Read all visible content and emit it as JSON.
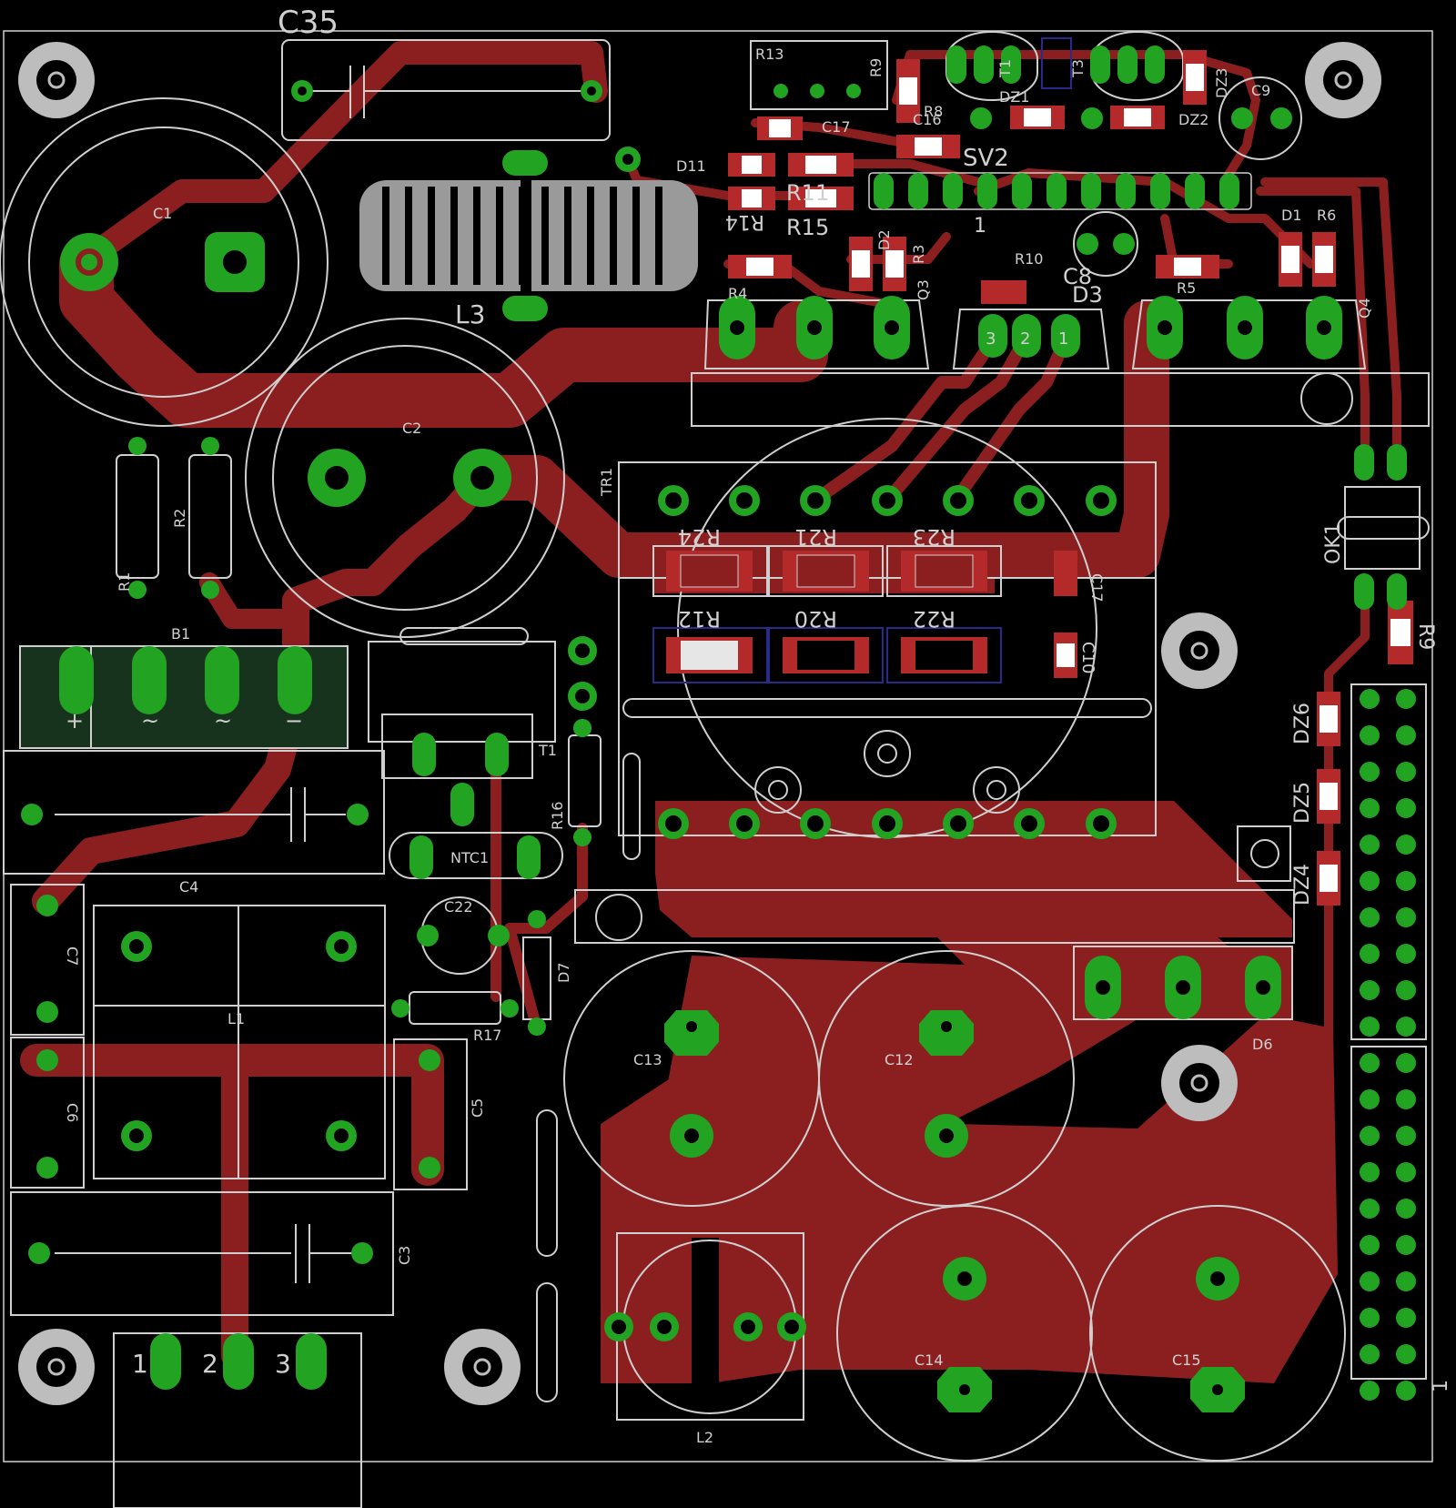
{
  "board": {
    "title": "",
    "background": "#000000",
    "colors": {
      "copper": "#8b1f1f",
      "pad": "#22a322",
      "silkscreen": "#cfcfcf",
      "mounting_hole": "#bdbdbd"
    }
  },
  "labels": {
    "c35": "C35",
    "c1": "C1",
    "c2": "C2",
    "l3": "L3",
    "r13": "R13",
    "c17": "C17",
    "c16": "C16",
    "d11": "D11",
    "r11": "R11",
    "r15": "R15",
    "r14": "R14",
    "r4": "R4",
    "r8": "R8",
    "r9": "R9",
    "t1top": "T1",
    "t3": "T3",
    "dz1": "DZ1",
    "dz2": "DZ2",
    "dz3": "DZ3",
    "c9": "C9",
    "sv2": "SV2",
    "sv2pin": "1",
    "d1": "D1",
    "r6": "R6",
    "r10": "R10",
    "c8": "C8",
    "d3": "D3",
    "r3": "R3",
    "d2": "D2",
    "q3": "Q3",
    "r5": "R5",
    "q4": "Q4",
    "r1": "R1",
    "r2": "R2",
    "tr1": "TR1",
    "r24": "R24",
    "r21": "R21",
    "r23": "R23",
    "c17b": "C17",
    "r12": "R12",
    "r20": "R20",
    "r22": "R22",
    "c10": "C10",
    "ok1": "OK1",
    "r9b": "R9",
    "b1": "B1",
    "t1": "T1",
    "r16": "R16",
    "ntc1": "NTC1",
    "c4": "C4",
    "c7": "C7",
    "l1": "L1",
    "c22": "C22",
    "d7": "D7",
    "r17": "R17",
    "c6": "C6",
    "c5": "C5",
    "c3": "C3",
    "c13": "C13",
    "c12": "C12",
    "d6": "D6",
    "dz6": "DZ6",
    "dz5": "DZ5",
    "dz4": "DZ4",
    "c14": "C14",
    "c15": "C15",
    "l2": "L2",
    "p1": "1",
    "p2": "2",
    "p3": "3",
    "b1_plus": "+",
    "b1_ac1": "~",
    "b1_ac2": "~",
    "b1_minus": "−",
    "d3_1": "1",
    "d3_2": "2",
    "d3_3": "3",
    "conn_pin1": "1"
  }
}
